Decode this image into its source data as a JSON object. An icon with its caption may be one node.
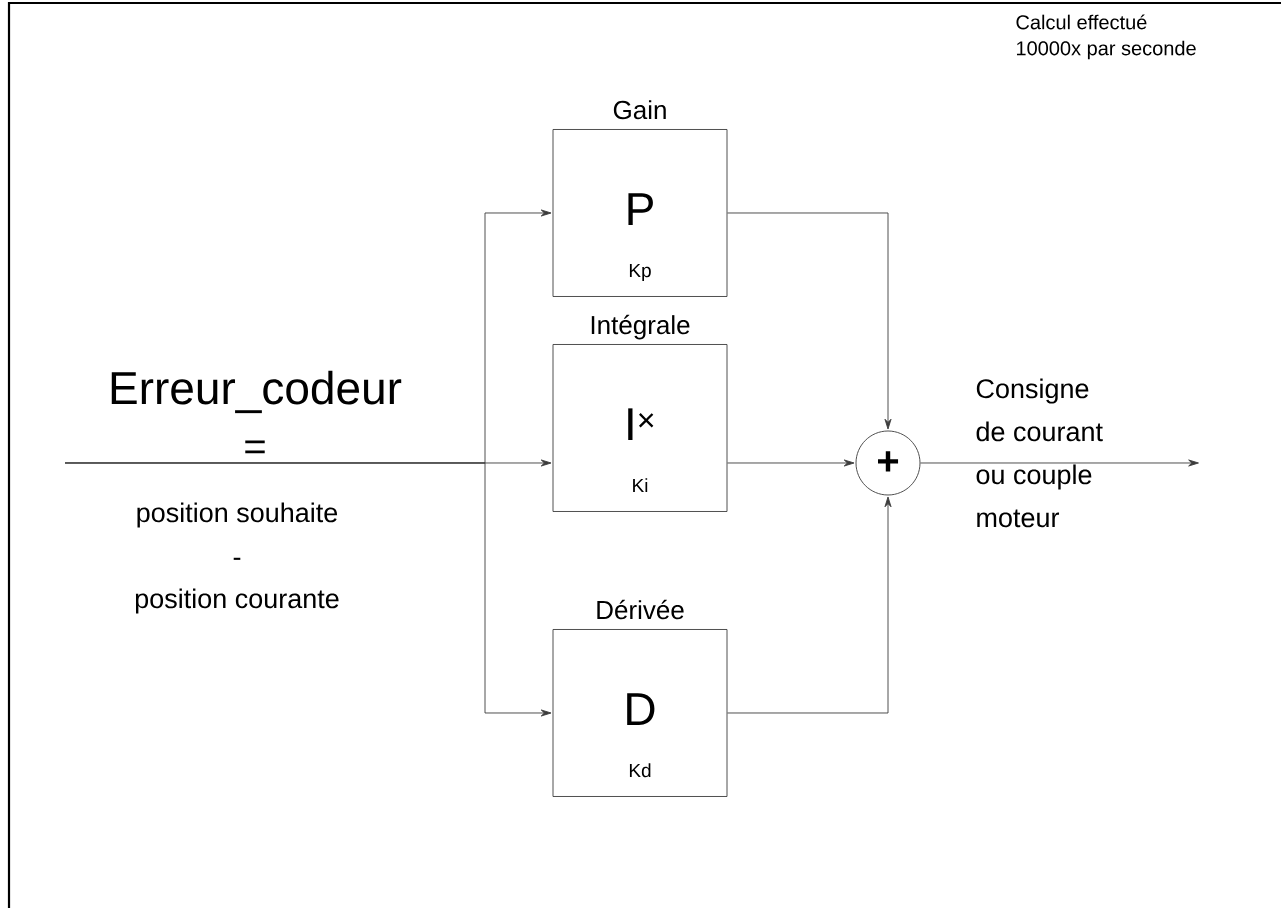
{
  "diagram": {
    "nodes": [
      {
        "text": [
          "Gain",
          "P",
          "Kp"
        ]
      },
      {
        "text": [
          "Intégrale",
          "I$^{×}$",
          "Ki"
        ]
      },
      {
        "text": [
          "Dérivée",
          "D",
          "Kd"
        ]
      },
      {
        "text": [
          "+"
        ]
      }
    ],
    "edges": [
      {
        "from": null,
        "to": 0,
        "arrow": "to"
      },
      {
        "from": null,
        "to": 1,
        "arrow": "to"
      },
      {
        "from": null,
        "to": 2,
        "arrow": "to"
      },
      {
        "from": 0,
        "to": 3,
        "arrow": "to"
      },
      {
        "from": 1,
        "to": 3,
        "arrow": "to"
      },
      {
        "from": 2,
        "to": 3,
        "arrow": "to"
      },
      {
        "from": 3,
        "to": null,
        "arrow": "to",
        "label": "Consigne de courant ou couple moteur"
      }
    ],
    "labels": [
      "Calcul effectué 10000x par seconde",
      "Erreur_codeur",
      "=",
      "position souhaite",
      "-",
      "position courante"
    ]
  }
}
